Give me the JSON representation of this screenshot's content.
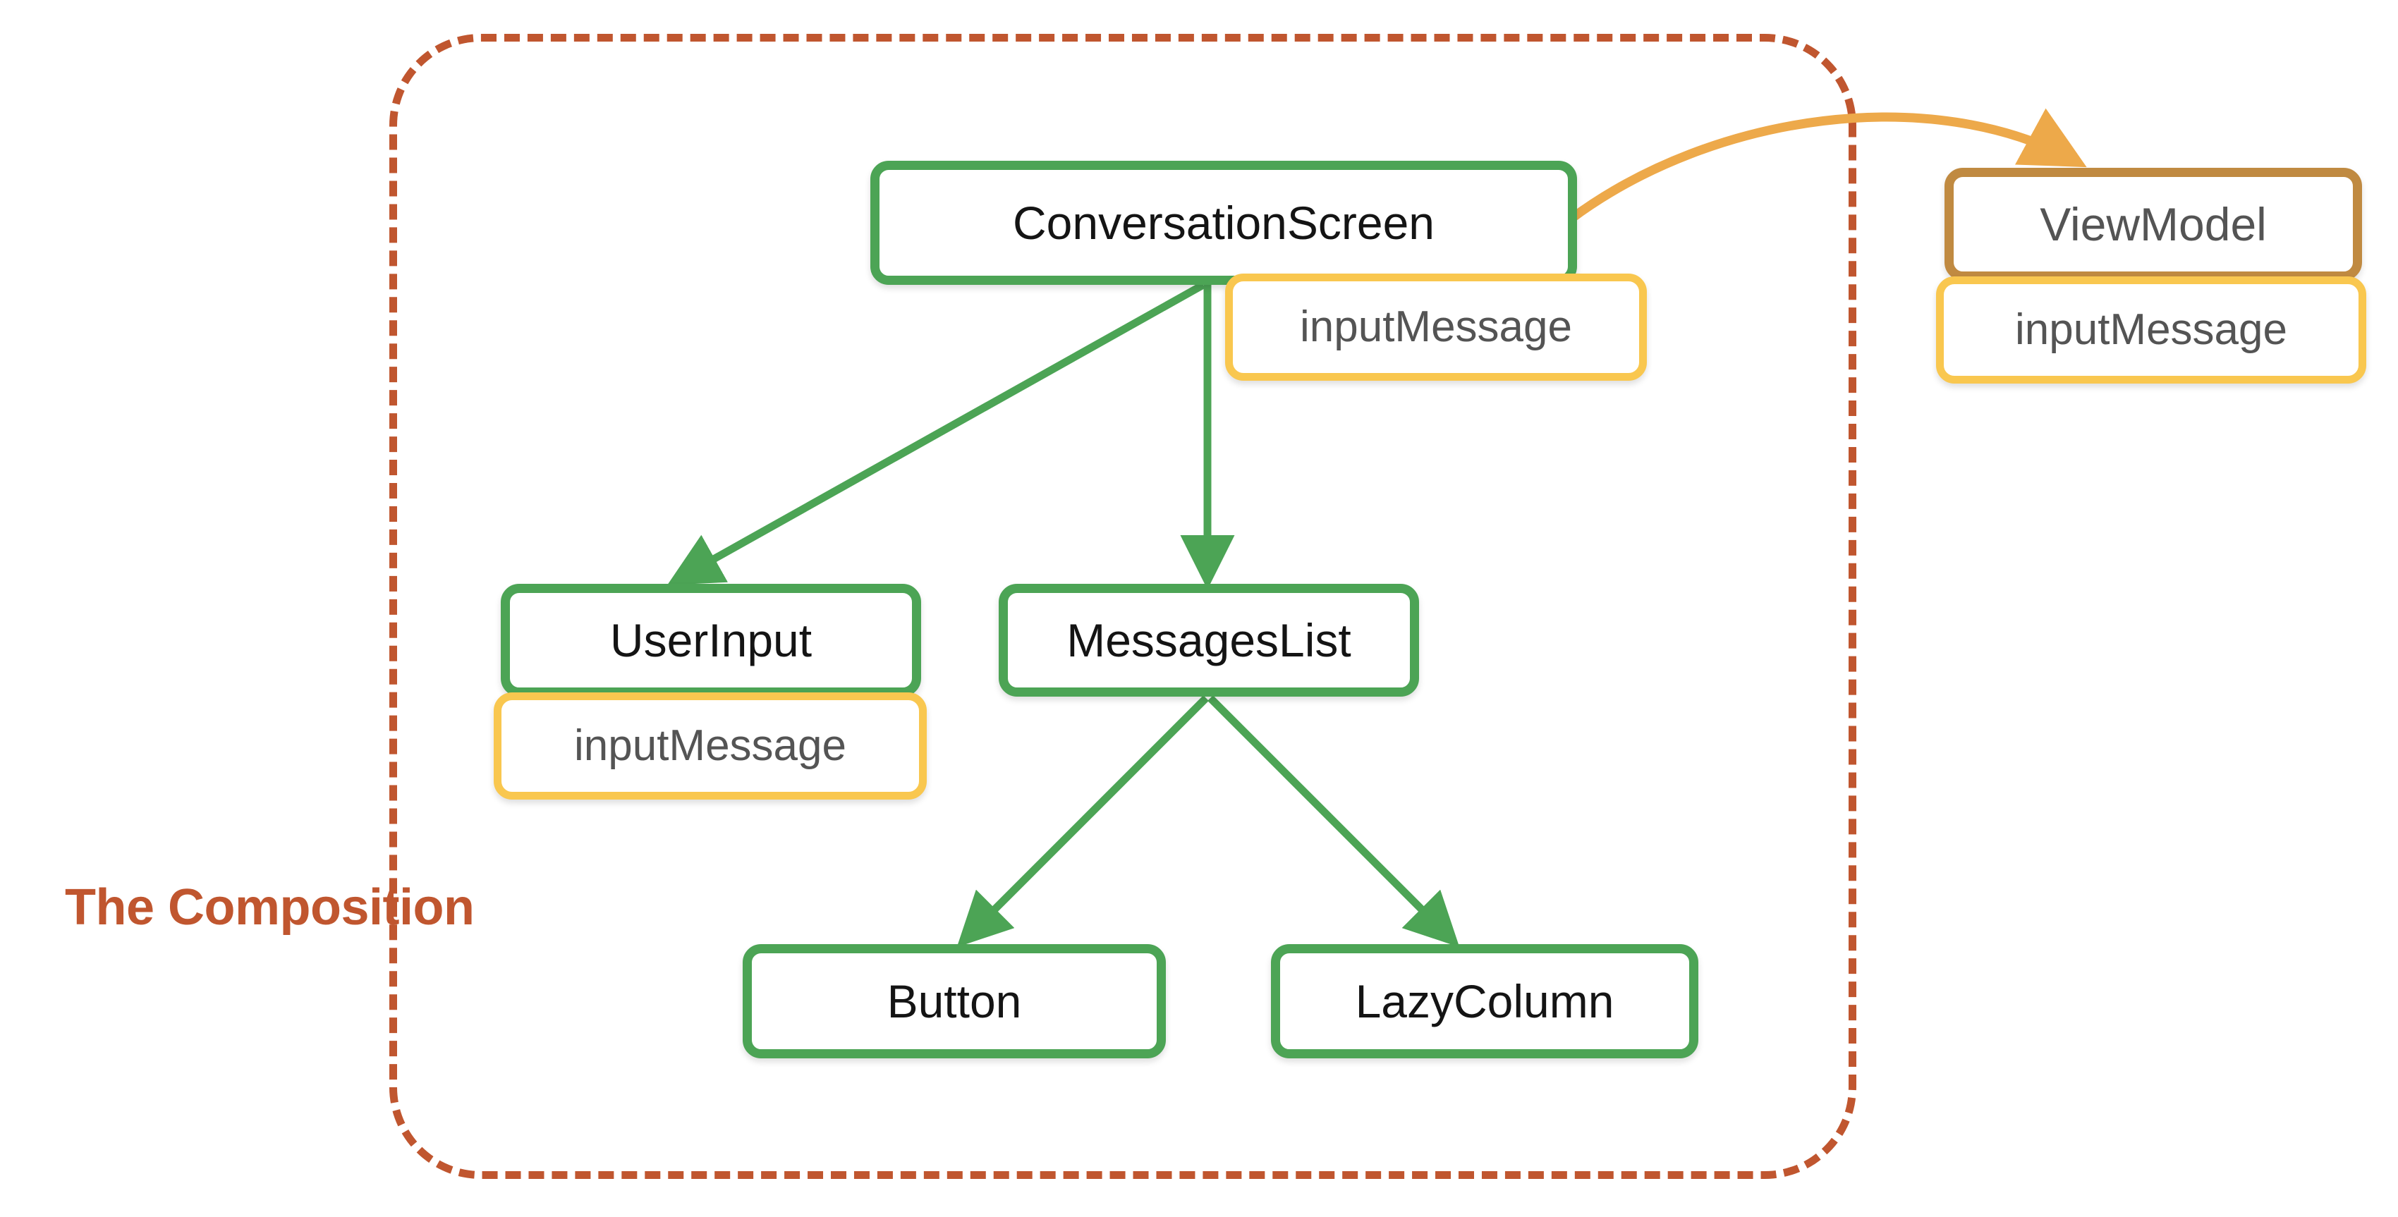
{
  "diagram": {
    "title": "The Composition",
    "caption": "The Composition",
    "colors": {
      "composable_border": "#4CA455",
      "state_border": "#F9C74F",
      "viewmodel_border": "#C08A41",
      "boundary_dashed": "#C0562F",
      "arrow_green": "#4CA455",
      "arrow_orange": "#EDA94A",
      "background": "#FFFFFF",
      "composable_text": "#141414",
      "state_text": "#545454"
    }
  },
  "nodes": {
    "conversation_screen": {
      "label": "ConversationScreen",
      "kind": "composable"
    },
    "conversation_screen_state": {
      "label": "inputMessage",
      "kind": "state"
    },
    "view_model": {
      "label": "ViewModel",
      "kind": "viewmodel"
    },
    "view_model_state": {
      "label": "inputMessage",
      "kind": "state"
    },
    "user_input": {
      "label": "UserInput",
      "kind": "composable"
    },
    "user_input_state": {
      "label": "inputMessage",
      "kind": "state"
    },
    "messages_list": {
      "label": "MessagesList",
      "kind": "composable"
    },
    "button": {
      "label": "Button",
      "kind": "composable"
    },
    "lazy_column": {
      "label": "LazyColumn",
      "kind": "composable"
    }
  },
  "edges": [
    {
      "name": "conversationscreen-to-userinput",
      "from": "conversation_screen",
      "to": "user_input",
      "color": "#4CA455",
      "style": "solid"
    },
    {
      "name": "conversationscreen-to-messageslist",
      "from": "conversation_screen",
      "to": "messages_list",
      "color": "#4CA455",
      "style": "solid"
    },
    {
      "name": "messageslist-to-button",
      "from": "messages_list",
      "to": "button",
      "color": "#4CA455",
      "style": "solid"
    },
    {
      "name": "messageslist-to-lazycolumn",
      "from": "messages_list",
      "to": "lazy_column",
      "color": "#4CA455",
      "style": "solid"
    },
    {
      "name": "conversationscreen-to-viewmodel",
      "from": "conversation_screen",
      "to": "view_model",
      "color": "#EDA94A",
      "style": "curved"
    }
  ]
}
